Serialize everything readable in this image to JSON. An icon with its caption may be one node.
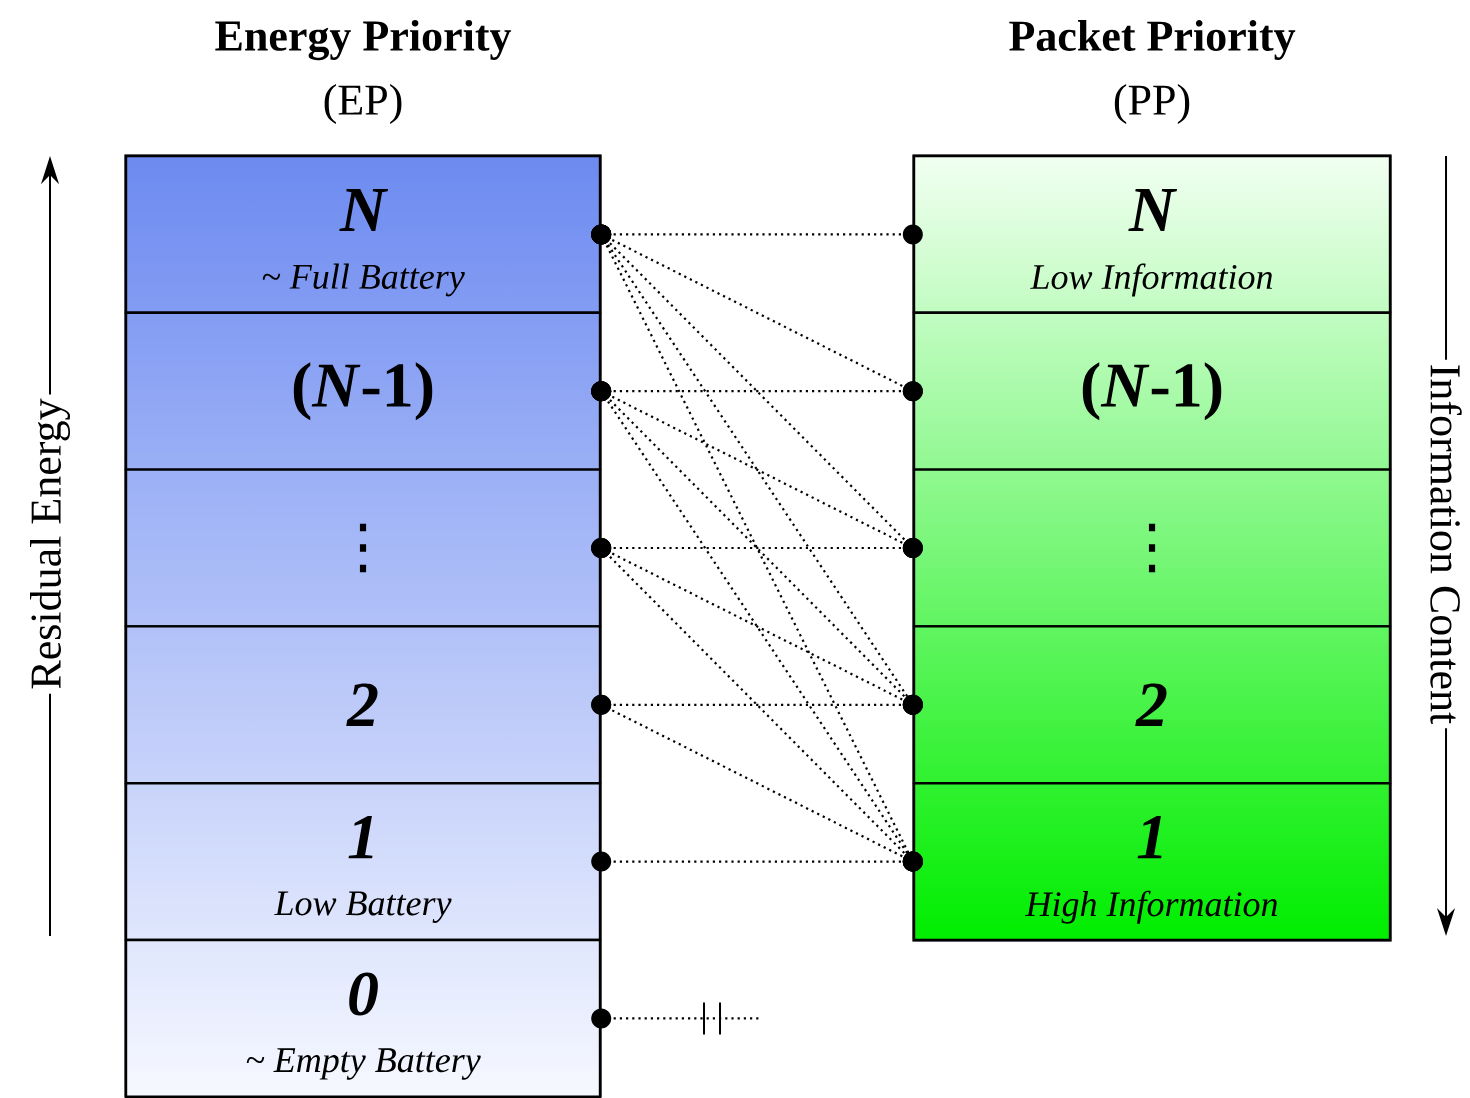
{
  "diagram": {
    "nodes": [
      {
        "text": [
          "Energy Priority",
          "(EP)"
        ]
      },
      {
        "text": [
          "N",
          "~ Full Battery"
        ],
        "in": 0
      },
      {
        "text": [
          "(*N*-1)"
        ],
        "in": 0
      },
      {
        "text": [
          "⋮"
        ],
        "in": 0
      },
      {
        "text": [
          "2"
        ],
        "in": 0
      },
      {
        "text": [
          "1",
          "Low Battery"
        ],
        "in": 0
      },
      {
        "text": [
          "0",
          "~ Empty Battery"
        ],
        "in": 0
      },
      {
        "text": [
          "Packet Priority",
          "(PP)"
        ]
      },
      {
        "text": [
          "N",
          "Low Information"
        ],
        "in": 7
      },
      {
        "text": [
          "(*N*-1)"
        ],
        "in": 7
      },
      {
        "text": [
          "⋮"
        ],
        "in": 7
      },
      {
        "text": [
          "2"
        ],
        "in": 7
      },
      {
        "text": [
          "1",
          "High Information"
        ],
        "in": 7
      }
    ],
    "edges": [
      {
        "from": 1,
        "to": 8,
        "arrow": "other",
        "style": "dashed"
      },
      {
        "from": 1,
        "to": 9,
        "arrow": "other",
        "style": "dashed"
      },
      {
        "from": 1,
        "to": 10,
        "arrow": "other",
        "style": "dashed"
      },
      {
        "from": 1,
        "to": 11,
        "arrow": "other",
        "style": "dashed"
      },
      {
        "from": 1,
        "to": 12,
        "arrow": "other",
        "style": "dashed"
      },
      {
        "from": 2,
        "to": 9,
        "arrow": "other",
        "style": "dashed"
      },
      {
        "from": 2,
        "to": 10,
        "arrow": "other",
        "style": "dashed"
      },
      {
        "from": 2,
        "to": 11,
        "arrow": "other",
        "style": "dashed"
      },
      {
        "from": 2,
        "to": 12,
        "arrow": "other",
        "style": "dashed"
      },
      {
        "from": 3,
        "to": 10,
        "arrow": "other",
        "style": "dashed"
      },
      {
        "from": 3,
        "to": 11,
        "arrow": "other",
        "style": "dashed"
      },
      {
        "from": 3,
        "to": 12,
        "arrow": "other",
        "style": "dashed"
      },
      {
        "from": 4,
        "to": 11,
        "arrow": "other",
        "style": "dashed"
      },
      {
        "from": 4,
        "to": 12,
        "arrow": "other",
        "style": "dashed"
      },
      {
        "from": 5,
        "to": 12,
        "arrow": "other",
        "style": "dashed"
      },
      {
        "from": 6,
        "to": null,
        "arrow": "other",
        "style": "dashed"
      }
    ],
    "labels": [
      "Residual Energy",
      "Information Content"
    ]
  }
}
